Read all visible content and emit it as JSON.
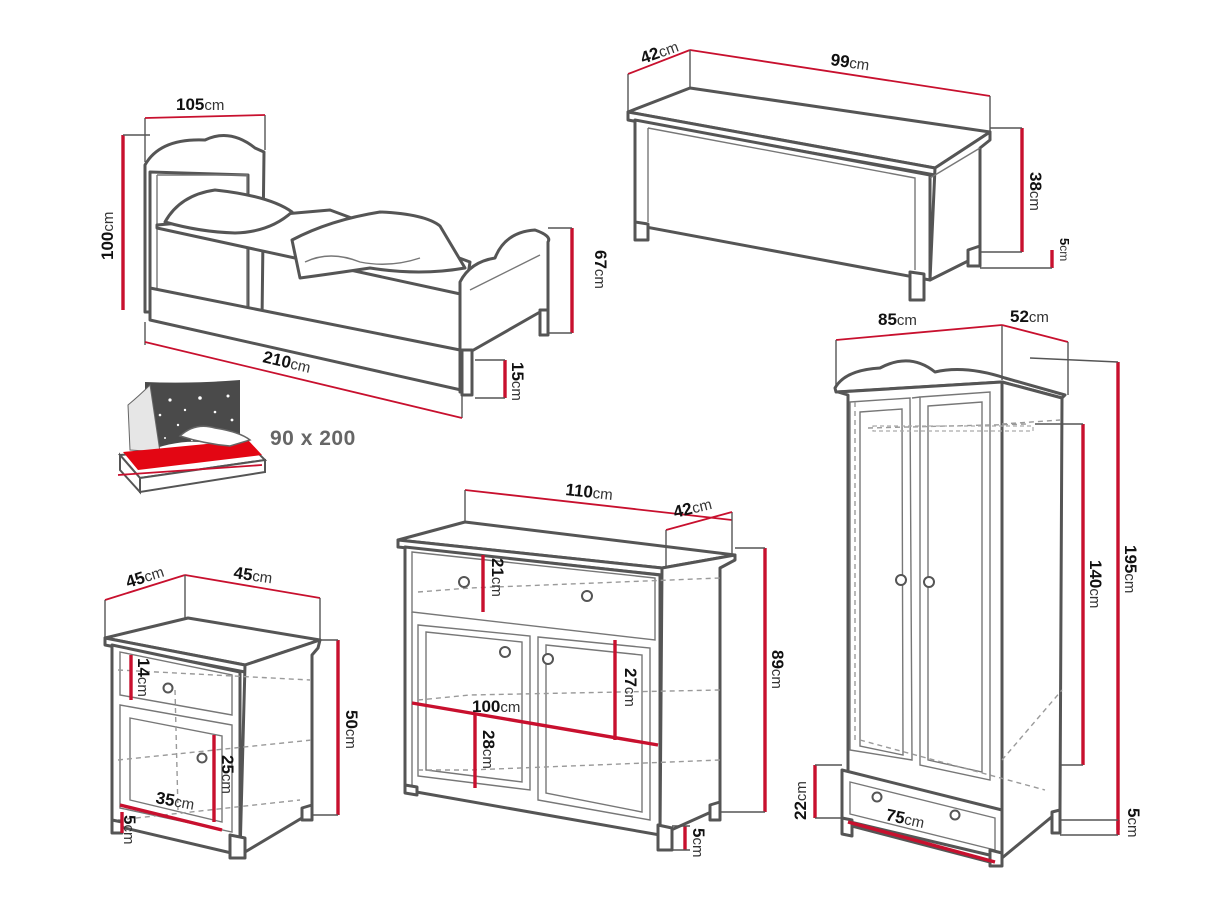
{
  "unit": "cm",
  "mattress": {
    "size_label": "90 x 200"
  },
  "bed": {
    "width": "105",
    "height": "100",
    "length": "210",
    "footboard_height": "67",
    "leg_height": "15"
  },
  "chest": {
    "depth": "42",
    "width": "99",
    "height": "38",
    "leg_height": "5"
  },
  "wardrobe": {
    "width": "85",
    "depth": "52",
    "height": "195",
    "hanging_height": "140",
    "drawer_height": "22",
    "drawer_width": "75",
    "leg_height": "5"
  },
  "dresser": {
    "width": "110",
    "depth": "42",
    "height": "89",
    "drawer_height": "21",
    "door_height": "27",
    "inner_width": "100",
    "shelf_height": "28",
    "leg_height": "5"
  },
  "nightstand": {
    "depth": "45",
    "width": "45",
    "height": "50",
    "drawer_height": "14",
    "door_height": "25",
    "inner_width": "35",
    "leg_height": "5"
  },
  "colors": {
    "outline": "#555555",
    "dimension": "#c8102e",
    "mattress": "#e30613",
    "night_sky": "#4a4a4a"
  }
}
